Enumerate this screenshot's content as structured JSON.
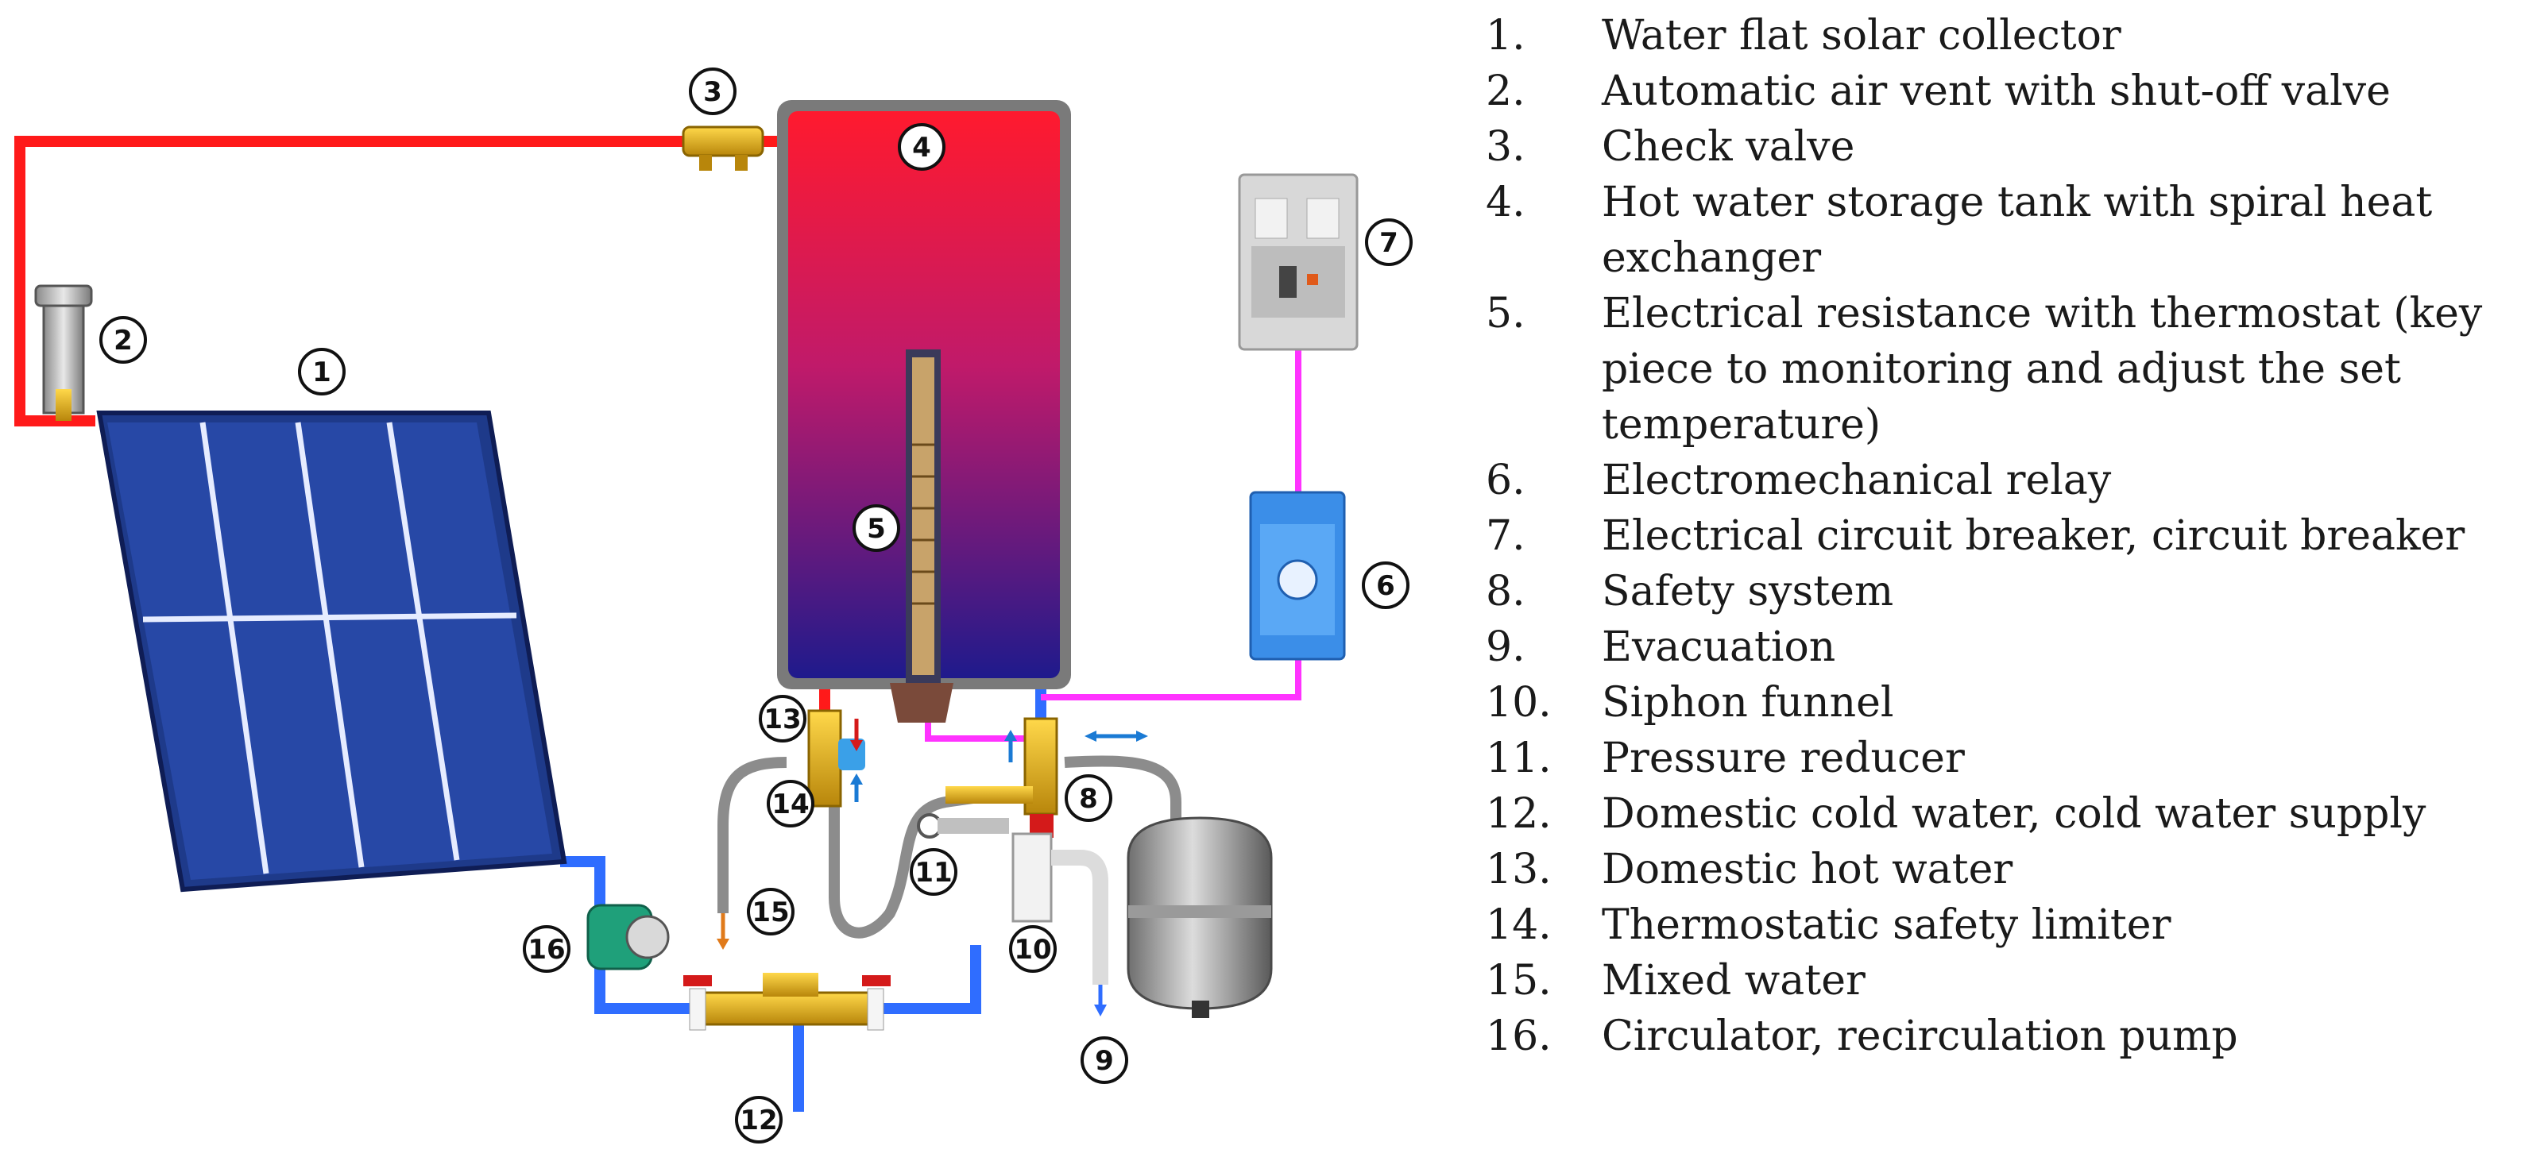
{
  "callouts": [
    "1",
    "2",
    "3",
    "4",
    "5",
    "6",
    "7",
    "8",
    "9",
    "10",
    "11",
    "12",
    "13",
    "14",
    "15",
    "16"
  ],
  "legend": [
    {
      "num": "1.",
      "text": "Water flat solar collector"
    },
    {
      "num": "2.",
      "text": "Automatic air vent with shut-off valve"
    },
    {
      "num": "3.",
      "text": "Check valve"
    },
    {
      "num": "4.",
      "text": "Hot water storage tank with spiral heat exchanger"
    },
    {
      "num": "5.",
      "text": "Electrical resistance with thermostat (key piece to monitoring and adjust the set temperature)"
    },
    {
      "num": "6.",
      "text": "Electromechanical relay"
    },
    {
      "num": "7.",
      "text": "Electrical circuit breaker, circuit breaker"
    },
    {
      "num": "8.",
      "text": "Safety system"
    },
    {
      "num": "9.",
      "text": "Evacuation"
    },
    {
      "num": "10.",
      "text": "Siphon funnel"
    },
    {
      "num": "11.",
      "text": "Pressure reducer"
    },
    {
      "num": "12.",
      "text": "Domestic cold water, cold water supply"
    },
    {
      "num": "13.",
      "text": "Domestic hot water"
    },
    {
      "num": "14.",
      "text": "Thermostatic safety limiter"
    },
    {
      "num": "15.",
      "text": "Mixed water"
    },
    {
      "num": "16.",
      "text": "Circulator, recirculation pump"
    }
  ],
  "colors": {
    "hot_pipe": "#ff1a1a",
    "cold_pipe": "#2f6dff",
    "signal_wire": "#ff33ff",
    "panel": "#1e3a8a",
    "tank_top": "#ff1a33",
    "tank_bottom": "#1a1a8c"
  }
}
